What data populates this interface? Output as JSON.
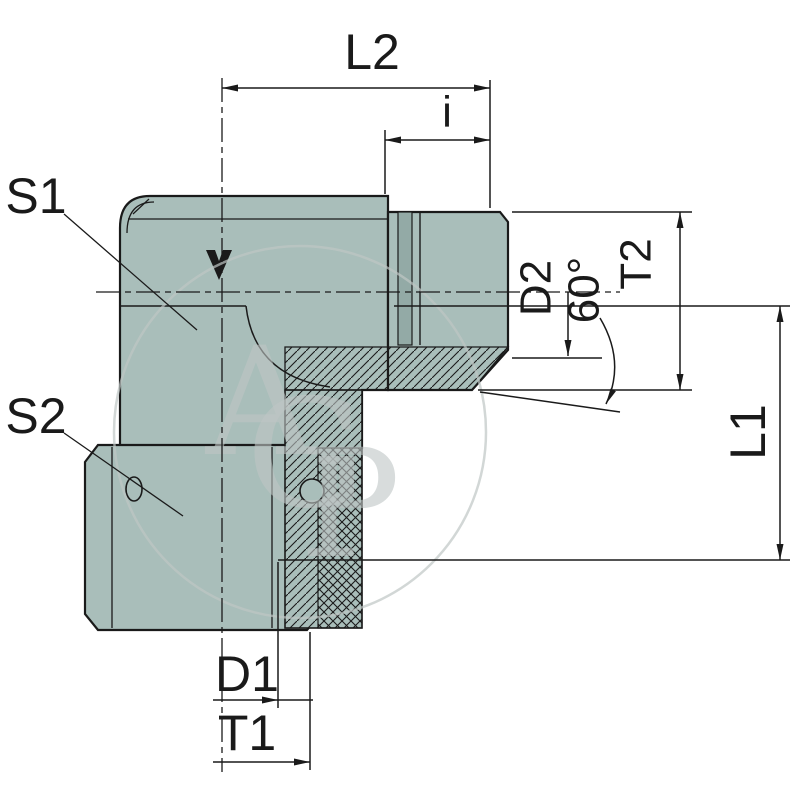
{
  "drawing": {
    "type": "technical-dimension-drawing",
    "subject": "90-degree elbow hydraulic fitting, half section view",
    "labels": {
      "l2": "L2",
      "i": "i",
      "s1": "S1",
      "s2": "S2",
      "d2": "D2",
      "angle60": "60°",
      "t2": "T2",
      "l1": "L1",
      "d1": "D1",
      "t1": "T1"
    },
    "watermark": {
      "text": "AGP",
      "letters": [
        "A",
        "G",
        "P"
      ]
    },
    "colors": {
      "body_fill": "#a9beba",
      "groove_fill": "#93aaa6",
      "line": "#1a1a1a",
      "watermark": "#bfc6c5"
    }
  }
}
